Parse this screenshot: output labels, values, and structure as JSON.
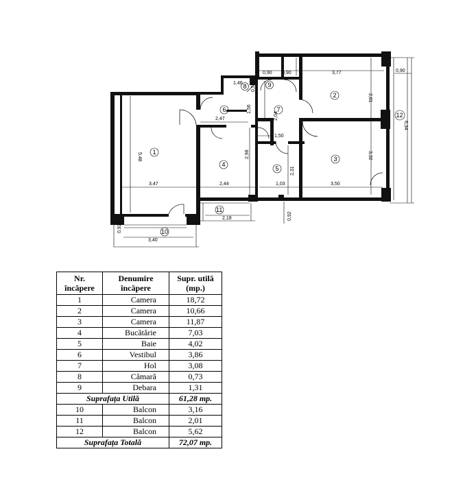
{
  "plan": {
    "dimensions": {
      "r1_h": "5,48",
      "r1_w": "3,47",
      "r10_h": "0,92",
      "r10_w": "3,40",
      "r6_w": "2,47",
      "r4_w": "2,44",
      "r4_h": "2,98",
      "r5_w": "1,03",
      "r5_h": "2,31",
      "r7_h": "2,04",
      "r11_w": "2,18",
      "r11_h": "0,92",
      "r8_w": "1,46",
      "r8_h": "0,55",
      "r9_w": "0,90",
      "r9_w2": "0,90",
      "r7_w": "1,56",
      "r7_w2": "1,50",
      "r2_w": "3,77",
      "r2_h": "2,81",
      "r3_w": "3,50",
      "r3_h": "3,32",
      "r12_w": "0,90",
      "r12_h": "6,34"
    },
    "room_numbers": [
      "1",
      "2",
      "3",
      "4",
      "5",
      "6",
      "7",
      "8",
      "9",
      "10",
      "11",
      "12"
    ]
  },
  "table": {
    "headers": {
      "nr": "Nr. încăpere",
      "name": "Denumire încăpere",
      "area": "Supr. utilă (mp.)"
    },
    "rows": [
      {
        "nr": "1",
        "name": "Camera",
        "area": "18,72"
      },
      {
        "nr": "2",
        "name": "Camera",
        "area": "10,66"
      },
      {
        "nr": "3",
        "name": "Camera",
        "area": "11,87"
      },
      {
        "nr": "4",
        "name": "Bucătărie",
        "area": "7,03"
      },
      {
        "nr": "5",
        "name": "Baie",
        "area": "4,02"
      },
      {
        "nr": "6",
        "name": "Vestibul",
        "area": "3,86"
      },
      {
        "nr": "7",
        "name": "Hol",
        "area": "3,08"
      },
      {
        "nr": "8",
        "name": "Cămară",
        "area": "0,73"
      },
      {
        "nr": "9",
        "name": "Debara",
        "area": "1,31"
      }
    ],
    "subtotal_useful": {
      "label": "Suprafața Utilă",
      "value": "61,28 mp."
    },
    "balcony_rows": [
      {
        "nr": "10",
        "name": "Balcon",
        "area": "3,16"
      },
      {
        "nr": "11",
        "name": "Balcon",
        "area": "2,01"
      },
      {
        "nr": "12",
        "name": "Balcon",
        "area": "5,62"
      }
    ],
    "subtotal_total": {
      "label": "Suprafața Totală",
      "value": "72,07 mp."
    }
  }
}
